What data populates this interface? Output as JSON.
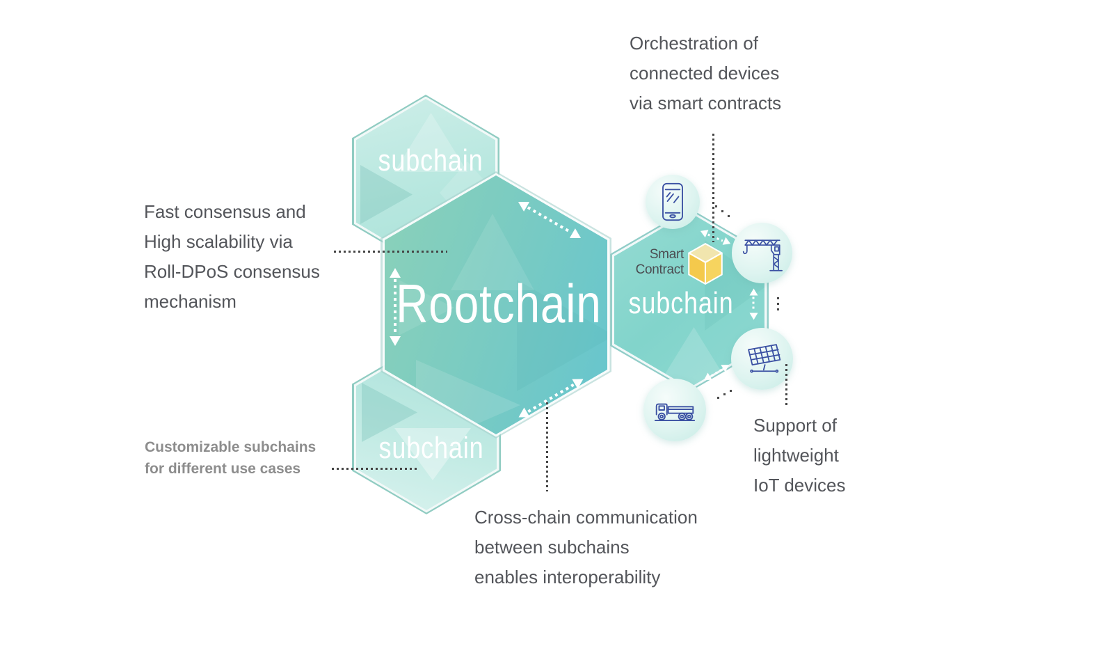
{
  "hexagons": {
    "rootchain": {
      "label": "Rootchain"
    },
    "subchain_top_left": {
      "label": "subchain"
    },
    "subchain_bottom_left": {
      "label": "subchain"
    },
    "subchain_right": {
      "label": "subchain"
    }
  },
  "smart_contract": {
    "line1": "Smart",
    "line2": "Contract"
  },
  "annotations": {
    "orchestration": {
      "lines": [
        "Orchestration of",
        "connected devices",
        "via smart contracts"
      ]
    },
    "fast_consensus": {
      "lines": [
        "Fast consensus and",
        "High scalability via",
        "Roll-DPoS consensus",
        "mechanism"
      ]
    },
    "customizable": {
      "lines": [
        "Customizable subchains",
        "for different use cases"
      ]
    },
    "cross_chain": {
      "lines": [
        "Cross-chain communication",
        "between subchains",
        "enables interoperability"
      ]
    },
    "iot_support": {
      "lines": [
        "Support of",
        "lightweight",
        "IoT devices"
      ]
    }
  },
  "icons": {
    "devices": [
      "smartphone-icon",
      "crane-icon",
      "solar-panel-icon",
      "truck-icon"
    ],
    "smart_contract_cube": "smart-contract-cube-icon"
  },
  "colors": {
    "rootchain_gradient_start": "#8bd1b9",
    "rootchain_gradient_end": "#66c5ce",
    "subchain_light_fill": "#b7e7df",
    "subchain_right_fill": "#82d4cb",
    "device_icon_blue": "#3b51a3",
    "cube_yellow": "#f4c94c",
    "annotation_text": "#53555a",
    "muted_annotation_text": "#8d8d8d",
    "leader_dot": "#454545",
    "arrow_white": "#ffffff"
  }
}
